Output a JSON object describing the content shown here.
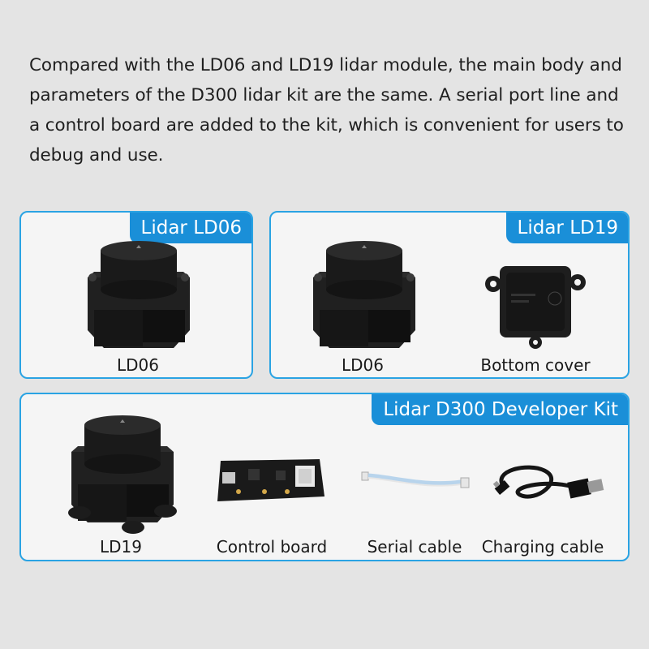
{
  "intro_text": "Compared with the LD06 and LD19 lidar module, the main body and parameters of the D300 lidar kit are the same. A serial port line and a control board are added to the kit, which is convenient for users to debug and use.",
  "panels": {
    "ld06": {
      "tag": "Lidar LD06",
      "items": [
        "LD06"
      ]
    },
    "ld19": {
      "tag": "Lidar LD19",
      "items": [
        "LD06",
        "Bottom cover"
      ]
    },
    "d300": {
      "tag": "Lidar D300 Developer Kit",
      "items": [
        "LD19",
        "Control board",
        "Serial cable",
        "Charging cable"
      ]
    }
  },
  "colors": {
    "accent": "#1a8fd8",
    "border": "#2aa3e3",
    "background": "#e4e4e4",
    "panel": "#f5f5f5"
  }
}
